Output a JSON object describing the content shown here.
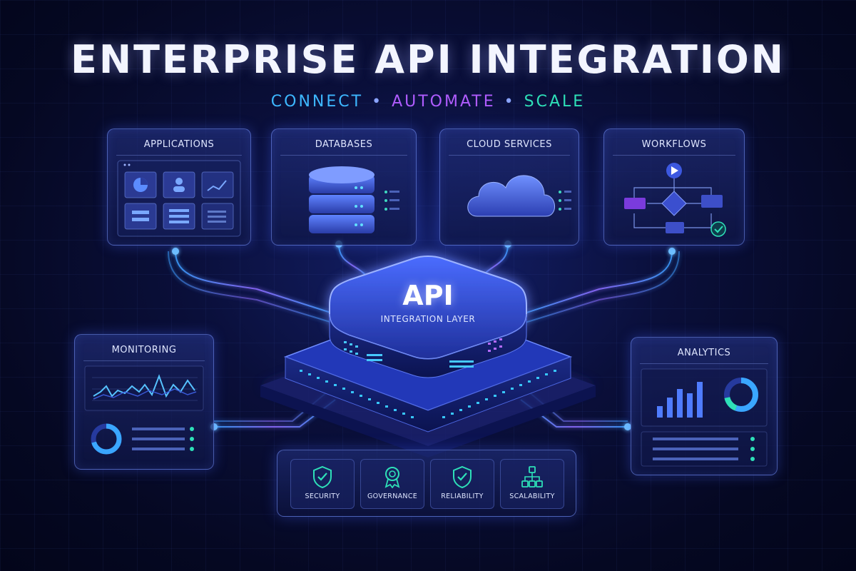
{
  "header": {
    "title": "ENTERPRISE API INTEGRATION",
    "subtitle_parts": [
      "CONNECT",
      "AUTOMATE",
      "SCALE"
    ],
    "separator": "•"
  },
  "hub": {
    "title": "API",
    "subtitle": "INTEGRATION LAYER"
  },
  "sources": {
    "applications": "Applications",
    "databases": "Databases",
    "cloud_services": "Cloud Services",
    "workflows": "Workflows"
  },
  "side_panels": {
    "monitoring": "Monitoring",
    "analytics": "Analytics"
  },
  "features": [
    {
      "label": "SECURITY",
      "icon": "shield-check-icon"
    },
    {
      "label": "GOVERNANCE",
      "icon": "award-badge-icon"
    },
    {
      "label": "RELIABILITY",
      "icon": "shield-check-icon"
    },
    {
      "label": "SCALABILITY",
      "icon": "network-hierarchy-icon"
    }
  ],
  "colors": {
    "background": "#050822",
    "accent_blue": "#3db7ff",
    "accent_purple": "#b05cff",
    "accent_teal": "#2ee0b8",
    "glow": "#4a6bff"
  }
}
